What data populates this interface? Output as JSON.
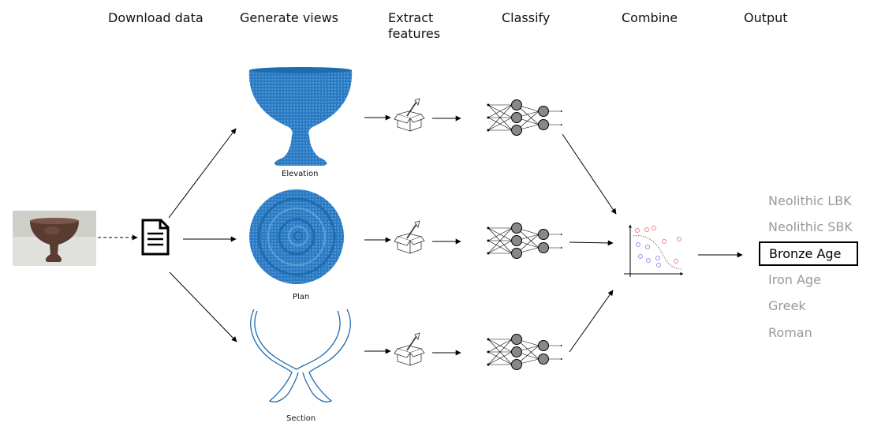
{
  "steps": {
    "download": "Download data",
    "generate": "Generate views",
    "extract_line1": "Extract",
    "extract_line2": "features",
    "classify": "Classify",
    "combine": "Combine",
    "output": "Output"
  },
  "views": {
    "elevation": "Elevation",
    "plan": "Plan",
    "section": "Section"
  },
  "outputs": [
    {
      "label": "Neolithic LBK",
      "selected": false
    },
    {
      "label": "Neolithic SBK",
      "selected": false
    },
    {
      "label": "Bronze Age",
      "selected": true
    },
    {
      "label": "Iron Age",
      "selected": false
    },
    {
      "label": "Greek",
      "selected": false
    },
    {
      "label": "Roman",
      "selected": false
    }
  ],
  "colors": {
    "view_blue": "#2a7bc4",
    "output_inactive": "#999999",
    "output_active": "#000000",
    "neuron": "#888888"
  }
}
